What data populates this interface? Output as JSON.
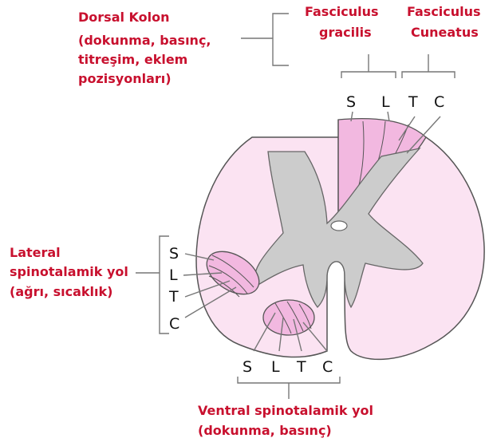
{
  "colors": {
    "label_red": "#c8102e",
    "cord_pink": "#fbe3f2",
    "tract_pink": "#f2b8e0",
    "gray_matter": "#cccccc",
    "outline": "#555555"
  },
  "labels": {
    "dorsal_kolon": [
      "Dorsal Kolon",
      "(dokunma, basınç,",
      "titreşim, eklem",
      "pozisyonları)"
    ],
    "fasciculus_gracilis": [
      "Fasciculus",
      "gracilis"
    ],
    "fasciculus_cuneatus": [
      "Fasciculus",
      "Cuneatus"
    ],
    "lateral_spinotalamik": [
      "Lateral",
      "spinotalamik yol",
      "(ağrı, sıcaklık)"
    ],
    "ventral_spinotalamik": [
      "Ventral spinotalamik yol",
      "(dokunma, basınç)"
    ]
  },
  "letters": {
    "dorsal": [
      "S",
      "L",
      "T",
      "C"
    ],
    "lateral": [
      "S",
      "L",
      "T",
      "C"
    ],
    "ventral": [
      "S",
      "L",
      "T",
      "C"
    ]
  }
}
